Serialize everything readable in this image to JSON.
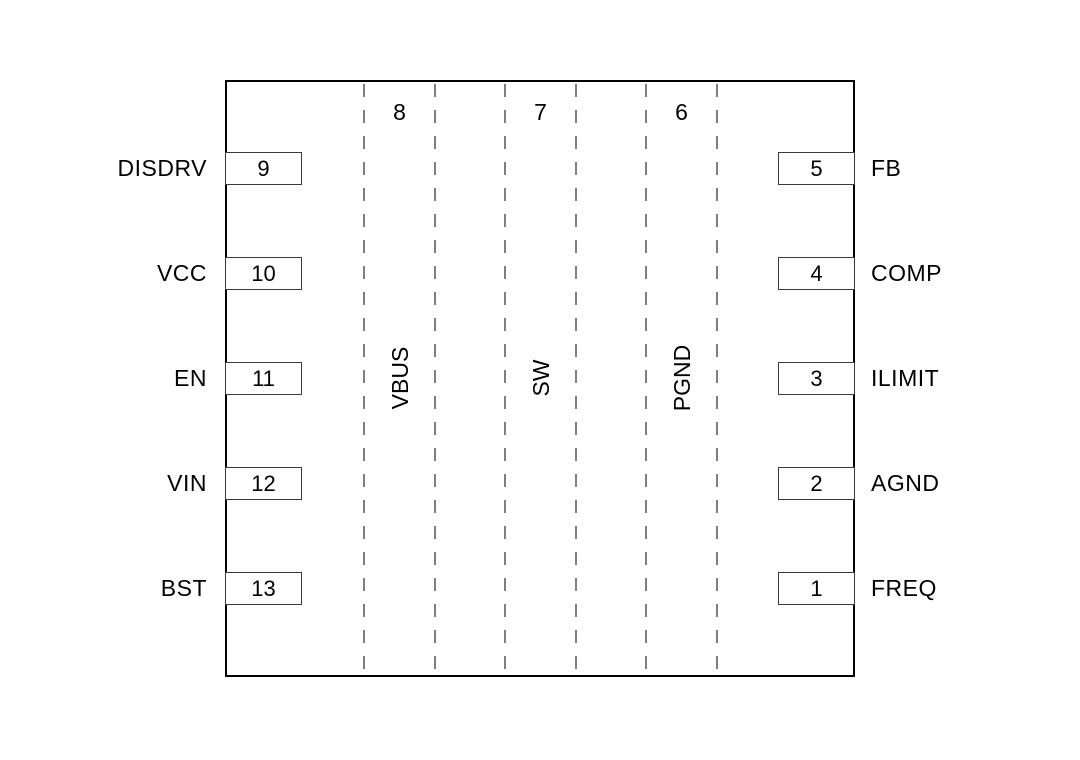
{
  "package": {
    "left_pins": [
      {
        "number": "9",
        "label": "DISDRV"
      },
      {
        "number": "10",
        "label": "VCC"
      },
      {
        "number": "11",
        "label": "EN"
      },
      {
        "number": "12",
        "label": "VIN"
      },
      {
        "number": "13",
        "label": "BST"
      }
    ],
    "right_pins": [
      {
        "number": "5",
        "label": "FB"
      },
      {
        "number": "4",
        "label": "COMP"
      },
      {
        "number": "3",
        "label": "ILIMIT"
      },
      {
        "number": "2",
        "label": "AGND"
      },
      {
        "number": "1",
        "label": "FREQ"
      }
    ],
    "center_pads": [
      {
        "number": "8",
        "label": "VBUS"
      },
      {
        "number": "7",
        "label": "SW"
      },
      {
        "number": "6",
        "label": "PGND"
      }
    ],
    "colors": {
      "outline": "#000000",
      "dashed_boundary": "#7f7f7f",
      "pin_box_border": "#3a3a3a",
      "background": "#ffffff"
    }
  }
}
